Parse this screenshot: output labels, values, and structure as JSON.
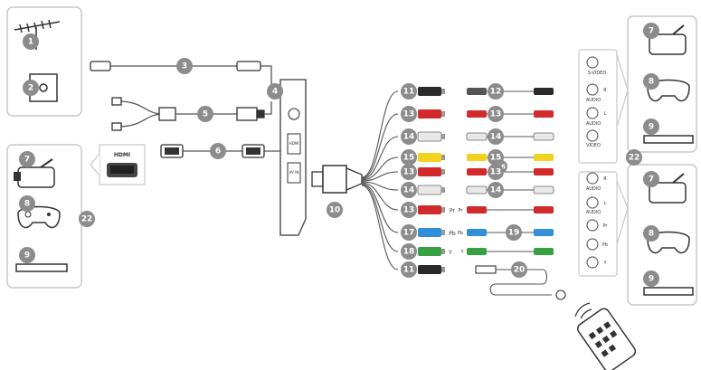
{
  "colors": {
    "badge": "#8c8c8c",
    "panel_stroke": "#c8c8c8",
    "cable": "#555555",
    "red": "#d22a2a",
    "white": "#e8e8e8",
    "yellow": "#f1d21c",
    "blue": "#2f8fd8",
    "green": "#36a043",
    "black": "#2a2a2a"
  },
  "numbers": [
    "1",
    "2",
    "3",
    "4",
    "5",
    "6",
    "7",
    "8",
    "9",
    "10",
    "11",
    "12",
    "13",
    "14",
    "15",
    "16",
    "17",
    "18",
    "19",
    "20",
    "22"
  ],
  "labels": {
    "hdmi_badge": "HDMI",
    "port_hdmi": "HDMI",
    "port_av": "AV IN",
    "s_video": "S-VIDEO",
    "audio": "AUDIO",
    "r": "R",
    "l": "L",
    "video": "VIDEO",
    "pr": "Pr",
    "pb": "Pb",
    "y": "Y"
  },
  "icons": {
    "antenna": "antenna-icon",
    "wall_outlet": "wall-outlet-icon",
    "camera": "camcorder-icon",
    "gamepad": "gamepad-icon",
    "settop": "set-top-box-icon",
    "remote": "remote-control-icon"
  }
}
